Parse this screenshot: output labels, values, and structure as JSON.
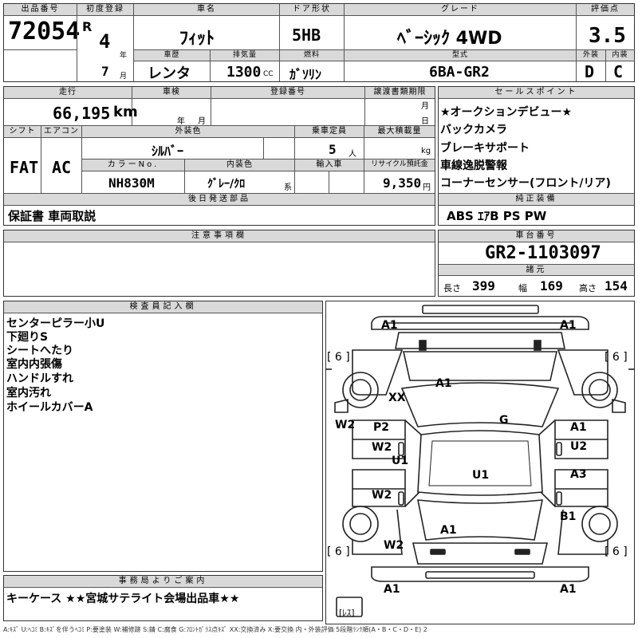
{
  "header": {
    "lot_label": "出品番号",
    "lot_number": "72054",
    "first_reg_label": "初度登録",
    "era": "R",
    "year": "4",
    "year_unit": "年",
    "month": "7",
    "month_unit": "月",
    "car_name_label": "車名",
    "car_name": "ﾌｨｯﾄ",
    "history_label": "車歴",
    "history": "レンタ",
    "displacement_label": "排気量",
    "displacement": "1300",
    "displacement_unit": "CC",
    "door_label": "ドア形状",
    "door": "5HB",
    "fuel_label": "燃料",
    "fuel": "ｶﾞｿﾘﾝ",
    "grade_label": "グレード",
    "grade": "ﾍﾞｰｼｯｸ 4WD",
    "model_label": "型式",
    "model": "6BA-GR2",
    "score_label": "評価点",
    "score": "3.5",
    "exterior_label": "外装",
    "interior_label": "内装",
    "exterior": "D",
    "interior": "C"
  },
  "row2": {
    "mileage_label": "走行",
    "mileage": "66,195",
    "mileage_unit": "km",
    "inspection_label": "車検",
    "inspection_year_unit": "年",
    "inspection_month_unit": "月",
    "registration_label": "登録番号",
    "transfer_label": "譲渡書類期限",
    "transfer_month_unit": "月",
    "transfer_day_unit": "日",
    "shift_label": "シフト",
    "shift": "FAT",
    "ac_label": "エアコン",
    "ac": "AC",
    "ext_color_label": "外装色",
    "ext_color": "ｼﾙﾊﾞｰ",
    "capacity_label": "乗車定員",
    "capacity": "5",
    "capacity_unit": "人",
    "load_label": "最大積載量",
    "load_unit": "kg",
    "color_no_label": "カラーNo.",
    "color_no": "NH830M",
    "int_color_label": "内装色",
    "int_color": "ｸﾞﾚｰ/ｸﾛ",
    "int_color_unit": "系",
    "import_label": "輸入車",
    "recycle_label": "リサイクル預託金",
    "recycle": "9,350",
    "recycle_unit": "円",
    "later_parts_label": "後日発送部品",
    "later_parts": "保証書 車両取説"
  },
  "sales_points": {
    "label": "セールスポイント",
    "items": [
      "★オークションデビュー★",
      "バックカメラ",
      "ブレーキサポート",
      "車線逸脱警報",
      "コーナーセンサー(フロント/リア)"
    ]
  },
  "equipment": {
    "label": "純正装備",
    "value": "ABS ｴｱB PS PW"
  },
  "notes": {
    "label": "注意事項欄"
  },
  "chassis": {
    "label": "車台番号",
    "value": "GR2-1103097",
    "dims_label": "諸元",
    "length_label": "長さ",
    "length": "399",
    "width_label": "幅",
    "width": "169",
    "height_label": "高さ",
    "height": "154"
  },
  "inspector": {
    "label": "検査員記入欄",
    "lines": [
      "センターピラー小U",
      "下廻りS",
      "シートへたり",
      "室内内張傷",
      "ハンドルすれ",
      "室内汚れ",
      "ホイールカバーA"
    ]
  },
  "diagram": {
    "marks": [
      "A1",
      "A1",
      "A1",
      "XX",
      "G",
      "W2",
      "P2",
      "W2",
      "U1",
      "A1",
      "U2",
      "U1",
      "A3",
      "W2",
      "B1",
      "A1",
      "W2",
      "A1",
      "A1"
    ],
    "tire_labels": [
      "[ 6 ]",
      "[ 6 ]",
      "[ 6 ]",
      "[ 6 ]"
    ],
    "spare_label": "[ﾚｽ]"
  },
  "office": {
    "label": "事務局よりご案内",
    "value": "キーケース ★★宮城サテライト会場出品車★★"
  },
  "legend": "A:ｷｽﾞ U:ﾍｺﾐ B:ｷｽﾞを伴うﾍｺﾐ P:要塗装 W:補修跡 S:錆 C:腐食 G:ﾌﾛﾝﾄｶﾞﾗｽ点ｷｽﾞ XX:交換済み X:要交換 内・外装評価 5段階ﾗﾝｸ順(A・B・C・D・E) 2"
}
